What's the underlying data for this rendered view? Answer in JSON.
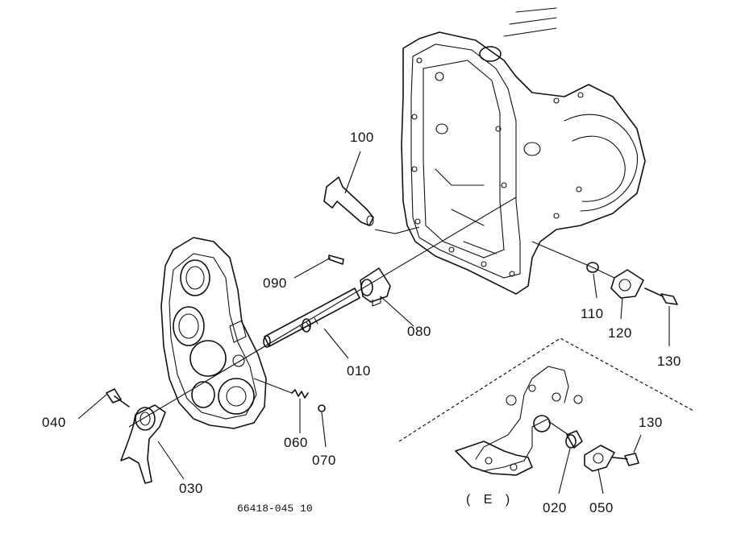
{
  "diagram": {
    "part_labels": {
      "p010": "010",
      "p020": "020",
      "p030": "030",
      "p040": "040",
      "p050": "050",
      "p060": "060",
      "p070": "070",
      "p080": "080",
      "p090": "090",
      "p100": "100",
      "p110": "110",
      "p120": "120",
      "p130a": "130",
      "p130b": "130"
    },
    "view_label": "( E )",
    "drawing_code": "66418-045 10",
    "colors": {
      "ink": "#111111",
      "paper": "#ffffff"
    }
  }
}
